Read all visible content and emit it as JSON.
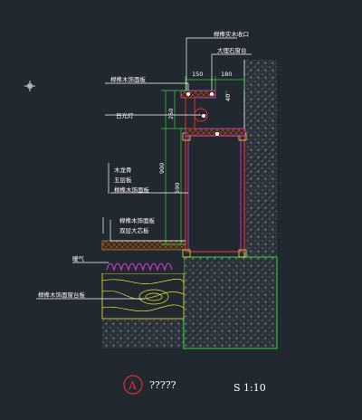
{
  "labels": {
    "top1": "榉榫实木收口",
    "top2": "大理石窗台",
    "left1": "榉榫木饰面板",
    "left2": "日光灯",
    "mid1": "木龙骨",
    "mid2": "五层板",
    "mid3": "榉榫木饰面板",
    "low1": "榉榫木饰面板",
    "low2": "双层大芯板",
    "rad": "暖气",
    "base": "榉榫木饰面窗台板"
  },
  "dims": {
    "d150": "150",
    "d180": "180",
    "d40": "40",
    "d250": "250",
    "d900": "900",
    "d590": "590"
  },
  "footer": {
    "marker": "A",
    "title": "?????",
    "scale": "S 1:10"
  },
  "colors": {
    "wall_hatch": "#8a8f96",
    "green": "#33d633",
    "magenta": "#e040e0",
    "red": "#e03030",
    "yellow": "#e8e830",
    "orange": "#e08a40",
    "white": "#ffffff"
  }
}
